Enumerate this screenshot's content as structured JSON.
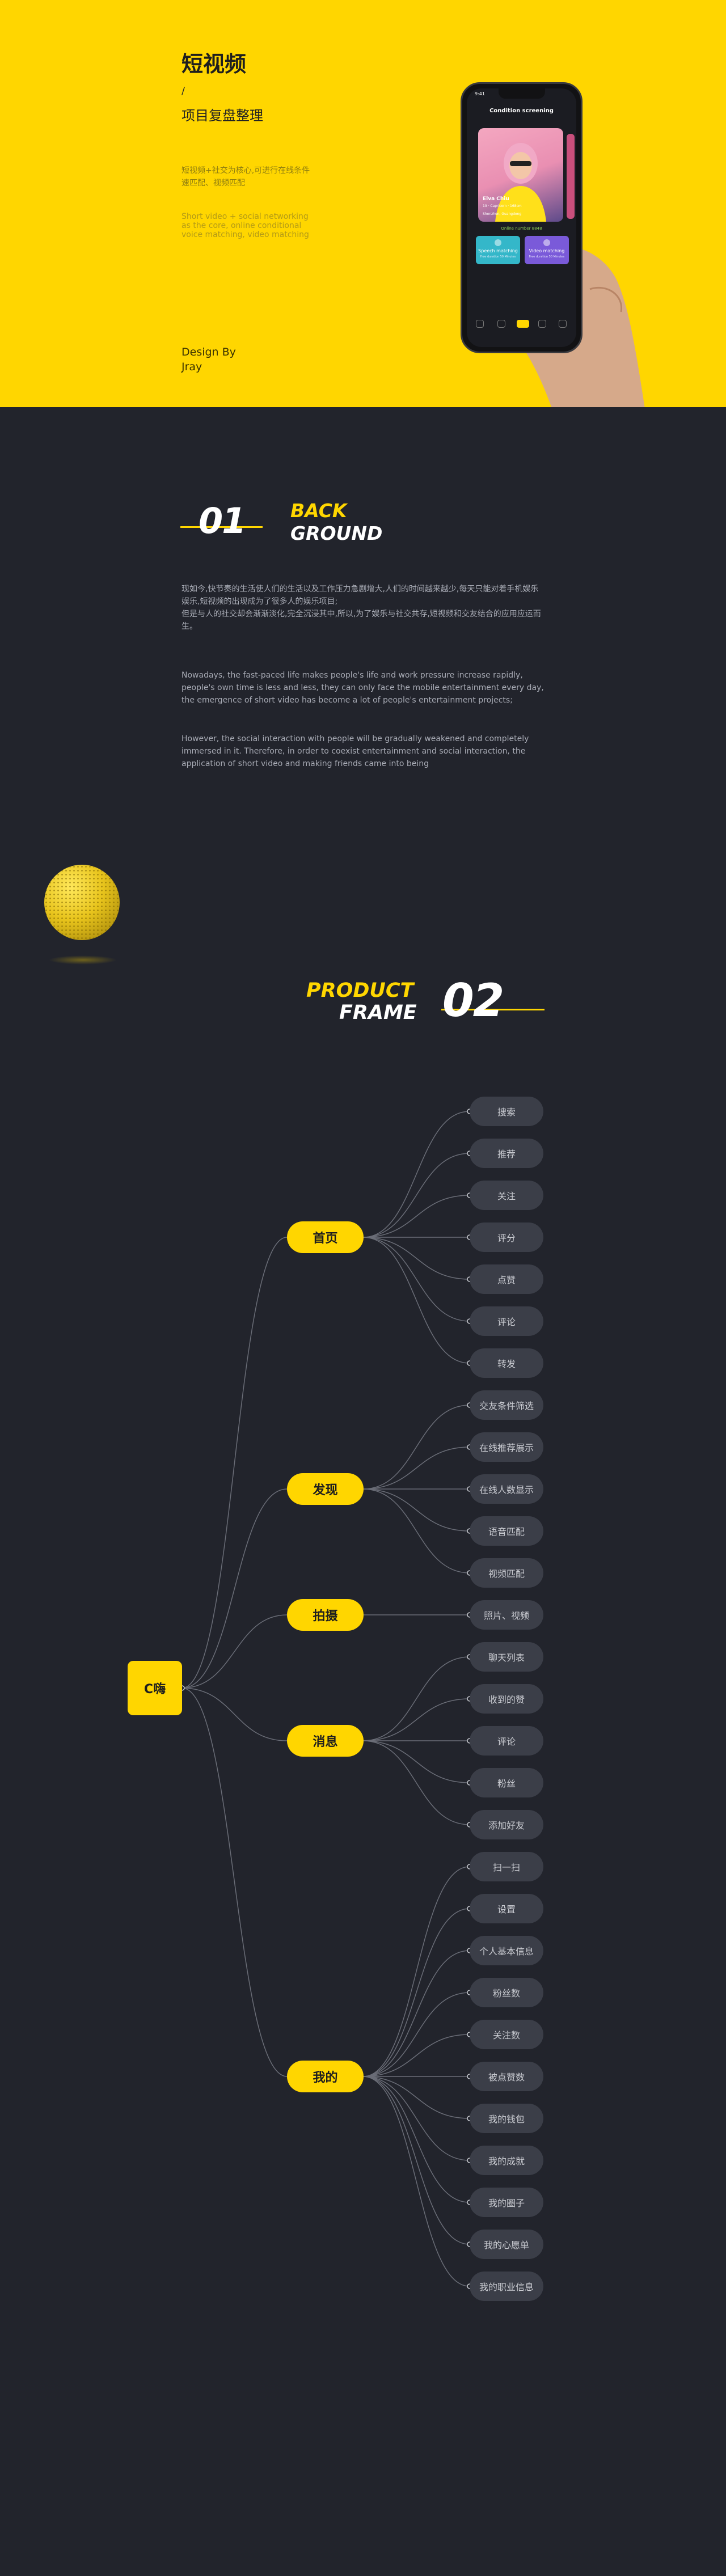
{
  "hero": {
    "title": "短视频",
    "slash": "/",
    "subtitle": "项目复盘整理",
    "desc_cn": "短视频+社交为核心,可进行在线条件速匹配、视频匹配",
    "desc_en": "Short video + social networking as the core, online conditional voice matching, video matching",
    "design_by": "Design By",
    "designer": "Jray"
  },
  "phone": {
    "time": "9:41",
    "title": "Condition screening",
    "card_name": "Elva  Chiu",
    "card_info": "19 · Capricorn · 168cm",
    "card_location": "Shenzhen, Guangdong",
    "hint": "Online number 8848",
    "speech_label": "Speech matching",
    "speech_sub": "Free duration 50 Minutes",
    "video_label": "Video matching",
    "video_sub": "Free duration 50 Minutes"
  },
  "section1": {
    "number": "01",
    "line1": "BACK",
    "line2": "GROUND",
    "p1": "现如今,快节奏的生活使人们的生活以及工作压力急剧增大,人们的时间越来越少,每天只能对着手机娱乐娱乐,短视频的出现成为了很多人的娱乐项目;",
    "p2": "但是与人的社交却会渐渐淡化,完全沉浸其中,所以,为了娱乐与社交共存,短视频和交友结合的应用应运而生。",
    "p3": "Nowadays, the fast-paced life makes people's life and work pressure increase rapidly, people's own time is less and less, they can only face the mobile entertainment every day, the emergence of short video has become a lot of people's entertainment projects;",
    "p4": "However, the social interaction with people will be gradually weakened and completely immersed in it. Therefore, in order to coexist entertainment and social interaction, the application of short video and making friends came into being"
  },
  "section2": {
    "line1": "PRODUCT",
    "line2": "FRAME",
    "number": "02"
  },
  "mindmap": {
    "root": "C嗨",
    "branches": [
      {
        "label": "首页",
        "items": [
          "搜索",
          "推荐",
          "关注",
          "评分",
          "点赞",
          "评论",
          "转发"
        ]
      },
      {
        "label": "发现",
        "items": [
          "交友条件筛选",
          "在线推荐展示",
          "在线人数显示",
          "语音匹配",
          "视频匹配"
        ]
      },
      {
        "label": "拍摄",
        "items": [
          "照片、视频"
        ]
      },
      {
        "label": "消息",
        "items": [
          "聊天列表",
          "收到的赞",
          "评论",
          "粉丝",
          "添加好友"
        ]
      },
      {
        "label": "我的",
        "items": [
          "扫一扫",
          "设置",
          "个人基本信息",
          "粉丝数",
          "关注数",
          "被点赞数",
          "我的钱包",
          "我的成就",
          "我的圈子",
          "我的心愿单",
          "我的职业信息"
        ]
      }
    ]
  }
}
